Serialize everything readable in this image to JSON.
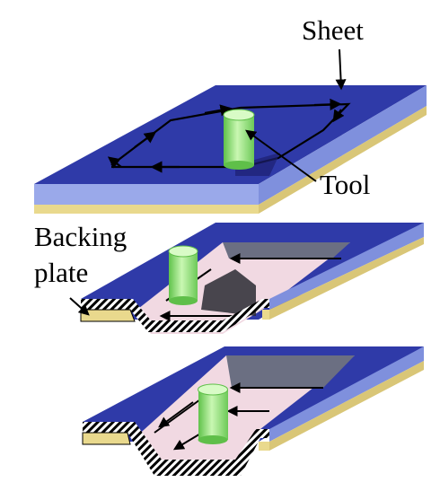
{
  "labels": {
    "sheet": "Sheet",
    "tool": "Tool",
    "backing_line1": "Backing",
    "backing_line2": "plate"
  },
  "colors": {
    "sheet_top": "#2f3aa8",
    "sheet_side": "#9aa9ea",
    "backing_plate": "#e9d98d",
    "tool": "#9ee87a",
    "formed_interior": "#f1d9e2",
    "arrow": "#000000"
  }
}
